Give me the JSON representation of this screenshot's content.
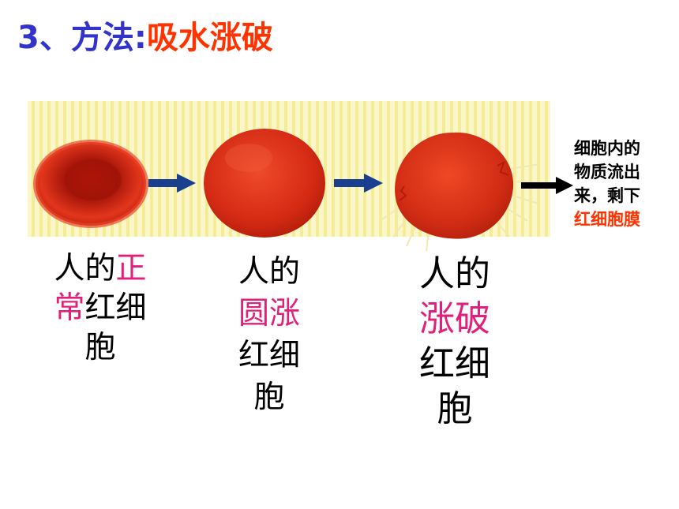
{
  "title": {
    "number": "3、",
    "prefix": "方法:",
    "highlight": "吸水涨破"
  },
  "stages": [
    {
      "caption_plain_1": "人的",
      "caption_pink_1": "正",
      "caption_pink_2": "常",
      "caption_plain_2": "红细",
      "caption_plain_3": "胞"
    },
    {
      "caption_line_1": "人的",
      "caption_line_2": "圆涨",
      "caption_line_3": "红细",
      "caption_line_4": "胞"
    },
    {
      "caption_line_1": "人的",
      "caption_line_2": "涨破",
      "caption_line_3": "红细",
      "caption_line_4": "胞"
    }
  ],
  "note": {
    "line_1": "细胞内的",
    "line_2": "物质流出",
    "line_3": "来，剩下",
    "line_4": "红细胞膜"
  },
  "colors": {
    "title_number": "#3333cc",
    "highlight": "#ff3300",
    "pink_text": "#e0207a",
    "cell_red": "#d42a14",
    "arrow_blue": "#1a3f8f"
  }
}
